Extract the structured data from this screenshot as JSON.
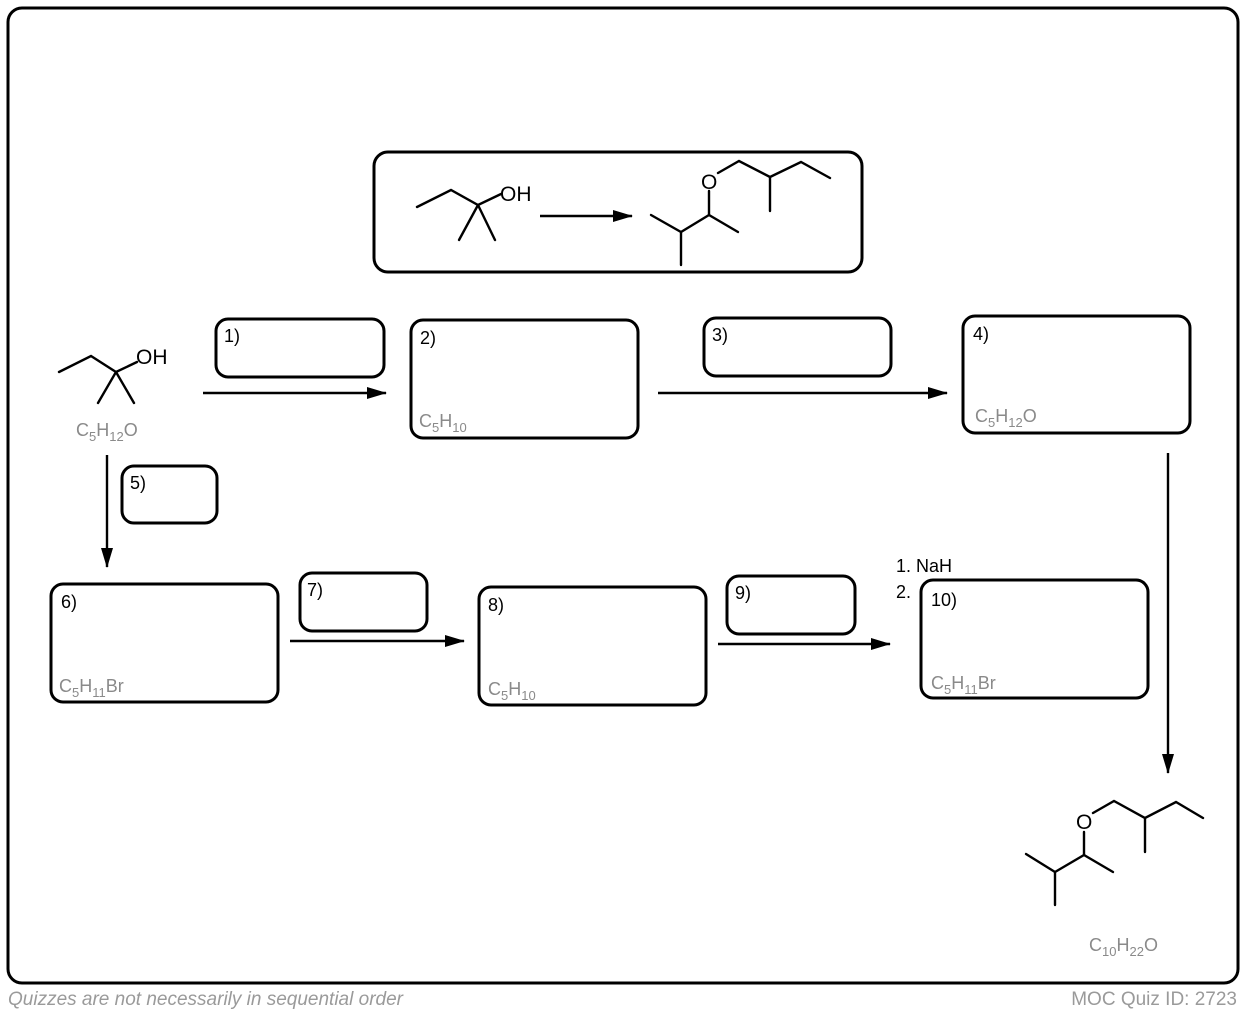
{
  "scheme": {
    "start_formula": {
      "c": "C",
      "c_n": "5",
      "h": "H",
      "h_n": "12",
      "tail": "O"
    },
    "hydroxyl_label": "OH",
    "oxygen_label": "O",
    "boxes": {
      "b1": {
        "label": "1)"
      },
      "b2": {
        "label": "2)",
        "formula": {
          "c": "C",
          "c_n": "5",
          "h": "H",
          "h_n": "10",
          "tail": ""
        }
      },
      "b3": {
        "label": "3)"
      },
      "b4": {
        "label": "4)",
        "formula": {
          "c": "C",
          "c_n": "5",
          "h": "H",
          "h_n": "12",
          "tail": "O"
        }
      },
      "b5": {
        "label": "5)"
      },
      "b6": {
        "label": "6)",
        "formula": {
          "c": "C",
          "c_n": "5",
          "h": "H",
          "h_n": "11",
          "tail": "Br"
        }
      },
      "b7": {
        "label": "7)"
      },
      "b8": {
        "label": "8)",
        "formula": {
          "c": "C",
          "c_n": "5",
          "h": "H",
          "h_n": "10",
          "tail": ""
        }
      },
      "b9": {
        "label": "9)"
      },
      "b10": {
        "label": "10)",
        "formula": {
          "c": "C",
          "c_n": "5",
          "h": "H",
          "h_n": "11",
          "tail": "Br"
        }
      }
    },
    "reagent_step1": "1. NaH",
    "reagent_step2": "2.",
    "product_formula": {
      "c": "C",
      "c_n": "10",
      "h": "H",
      "h_n": "22",
      "tail": "O"
    }
  },
  "footer": {
    "note": "Quizzes are not necessarily in sequential order",
    "quiz_id": "MOC Quiz ID: 2723"
  },
  "colors": {
    "formula": "#8a8a8a",
    "footer": "#9a9a9a",
    "line": "#000000"
  }
}
